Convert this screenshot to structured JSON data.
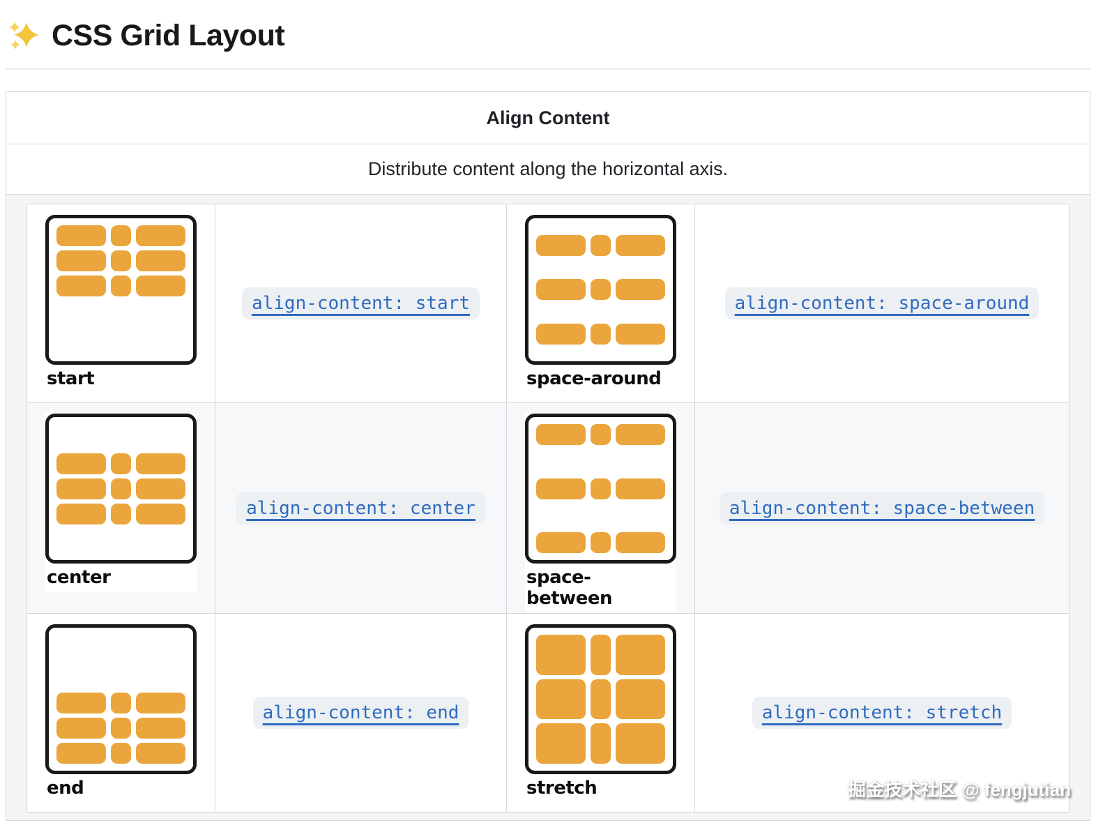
{
  "page": {
    "title": "CSS Grid Layout",
    "title_icon": "sparkles-emoji"
  },
  "table": {
    "header": "Align Content",
    "description": "Distribute content along the horizontal axis.",
    "rows": [
      {
        "diagram_left": {
          "label": "start"
        },
        "link_left": {
          "code": "align-content: start"
        },
        "diagram_right": {
          "label": "space-around"
        },
        "link_right": {
          "code": "align-content: space-around"
        }
      },
      {
        "diagram_left": {
          "label": "center"
        },
        "link_left": {
          "code": "align-content: center"
        },
        "diagram_right": {
          "label": "space-between"
        },
        "link_right": {
          "code": "align-content: space-between"
        }
      },
      {
        "diagram_left": {
          "label": "end"
        },
        "link_left": {
          "code": "align-content: end"
        },
        "diagram_right": {
          "label": "stretch"
        },
        "link_right": {
          "code": "align-content: stretch"
        }
      }
    ]
  },
  "watermark": {
    "text": "掘金技术社区 @ fengjutian"
  },
  "colors": {
    "accent_orange": "#eaa63c",
    "link_blue": "#2f6bc0",
    "row_stripe": "#f6f8fa",
    "canvas_gray": "#f3f5f7",
    "border_gray": "#d4d8dc",
    "sparkle_gold": "#f3c53d"
  }
}
